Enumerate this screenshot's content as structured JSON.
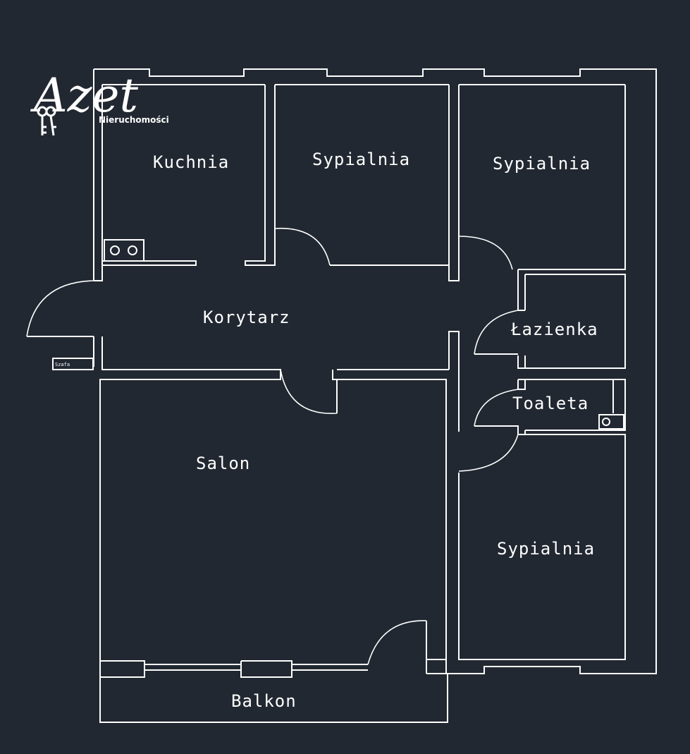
{
  "logo": {
    "brand": "Azet",
    "subtitle": "Nieruchomości"
  },
  "rooms": {
    "kitchen": "Kuchnia",
    "bedroom_1": "Sypialnia",
    "bedroom_2": "Sypialnia",
    "bedroom_3": "Sypialnia",
    "corridor": "Korytarz",
    "bathroom": "Łazienka",
    "toilet": "Toaleta",
    "living_room": "Salon",
    "balcony": "Balkon"
  },
  "fixtures": {
    "entry_label": "Szafa"
  },
  "colors": {
    "background": "#222831",
    "lines": "#ffffff"
  }
}
